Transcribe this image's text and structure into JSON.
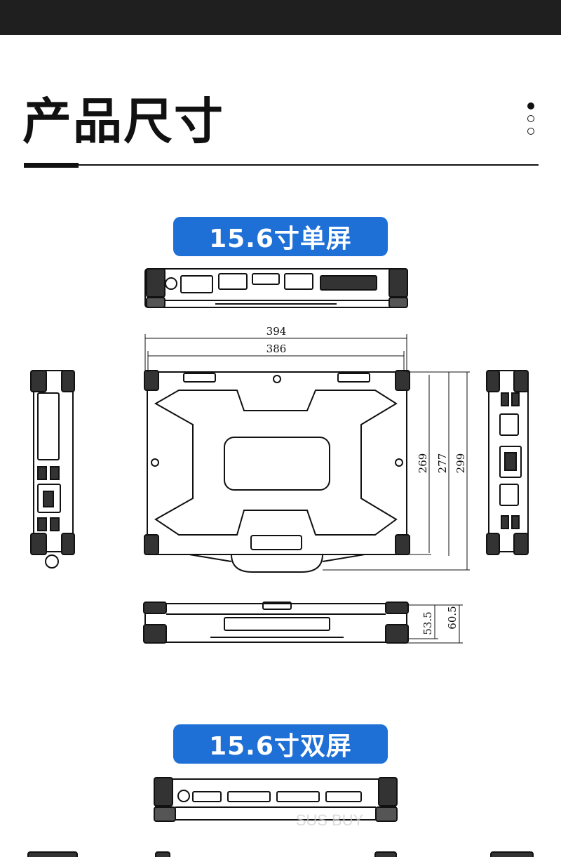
{
  "header": {
    "title": "产品尺寸"
  },
  "sections": [
    {
      "label": "15.6寸单屏",
      "dimensions": {
        "width_outer": "394",
        "width_inner": "386",
        "depth_1": "269",
        "depth_2": "277",
        "depth_3": "299",
        "height_1": "53.5",
        "height_2": "60.5"
      }
    },
    {
      "label": "15.6寸双屏"
    }
  ],
  "watermark": "SUS BUY",
  "colors": {
    "accent": "#1e6fd6",
    "topbar": "#1f1f1f",
    "text": "#111111"
  }
}
